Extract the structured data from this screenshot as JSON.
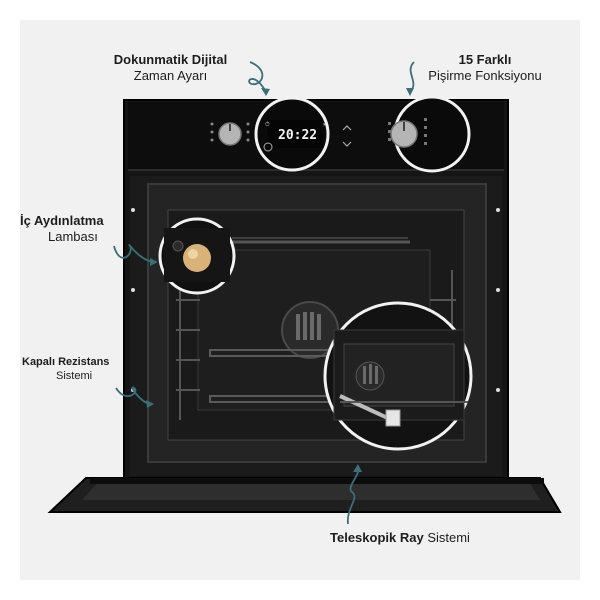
{
  "callouts": {
    "timer": {
      "bold": "Dokunmatik Dijital",
      "normal": "Zaman Ayarı"
    },
    "functions": {
      "bold": "15 Farklı",
      "normal": "Pişirme Fonksiyonu"
    },
    "lamp": {
      "bold": "İç Aydınlatma",
      "normal": "Lambası"
    },
    "heater": {
      "bold": "Kapalı Rezistans",
      "normal": "Sistemi"
    },
    "rails": {
      "bold": "Teleskopik Ray",
      "normal": " Sistemi"
    }
  },
  "display": {
    "time": "20:22"
  },
  "colors": {
    "arrow": "#3a6f7a",
    "background": "#f1f1f1",
    "oven_body": "#141414",
    "lamp": "#d9b27a"
  }
}
